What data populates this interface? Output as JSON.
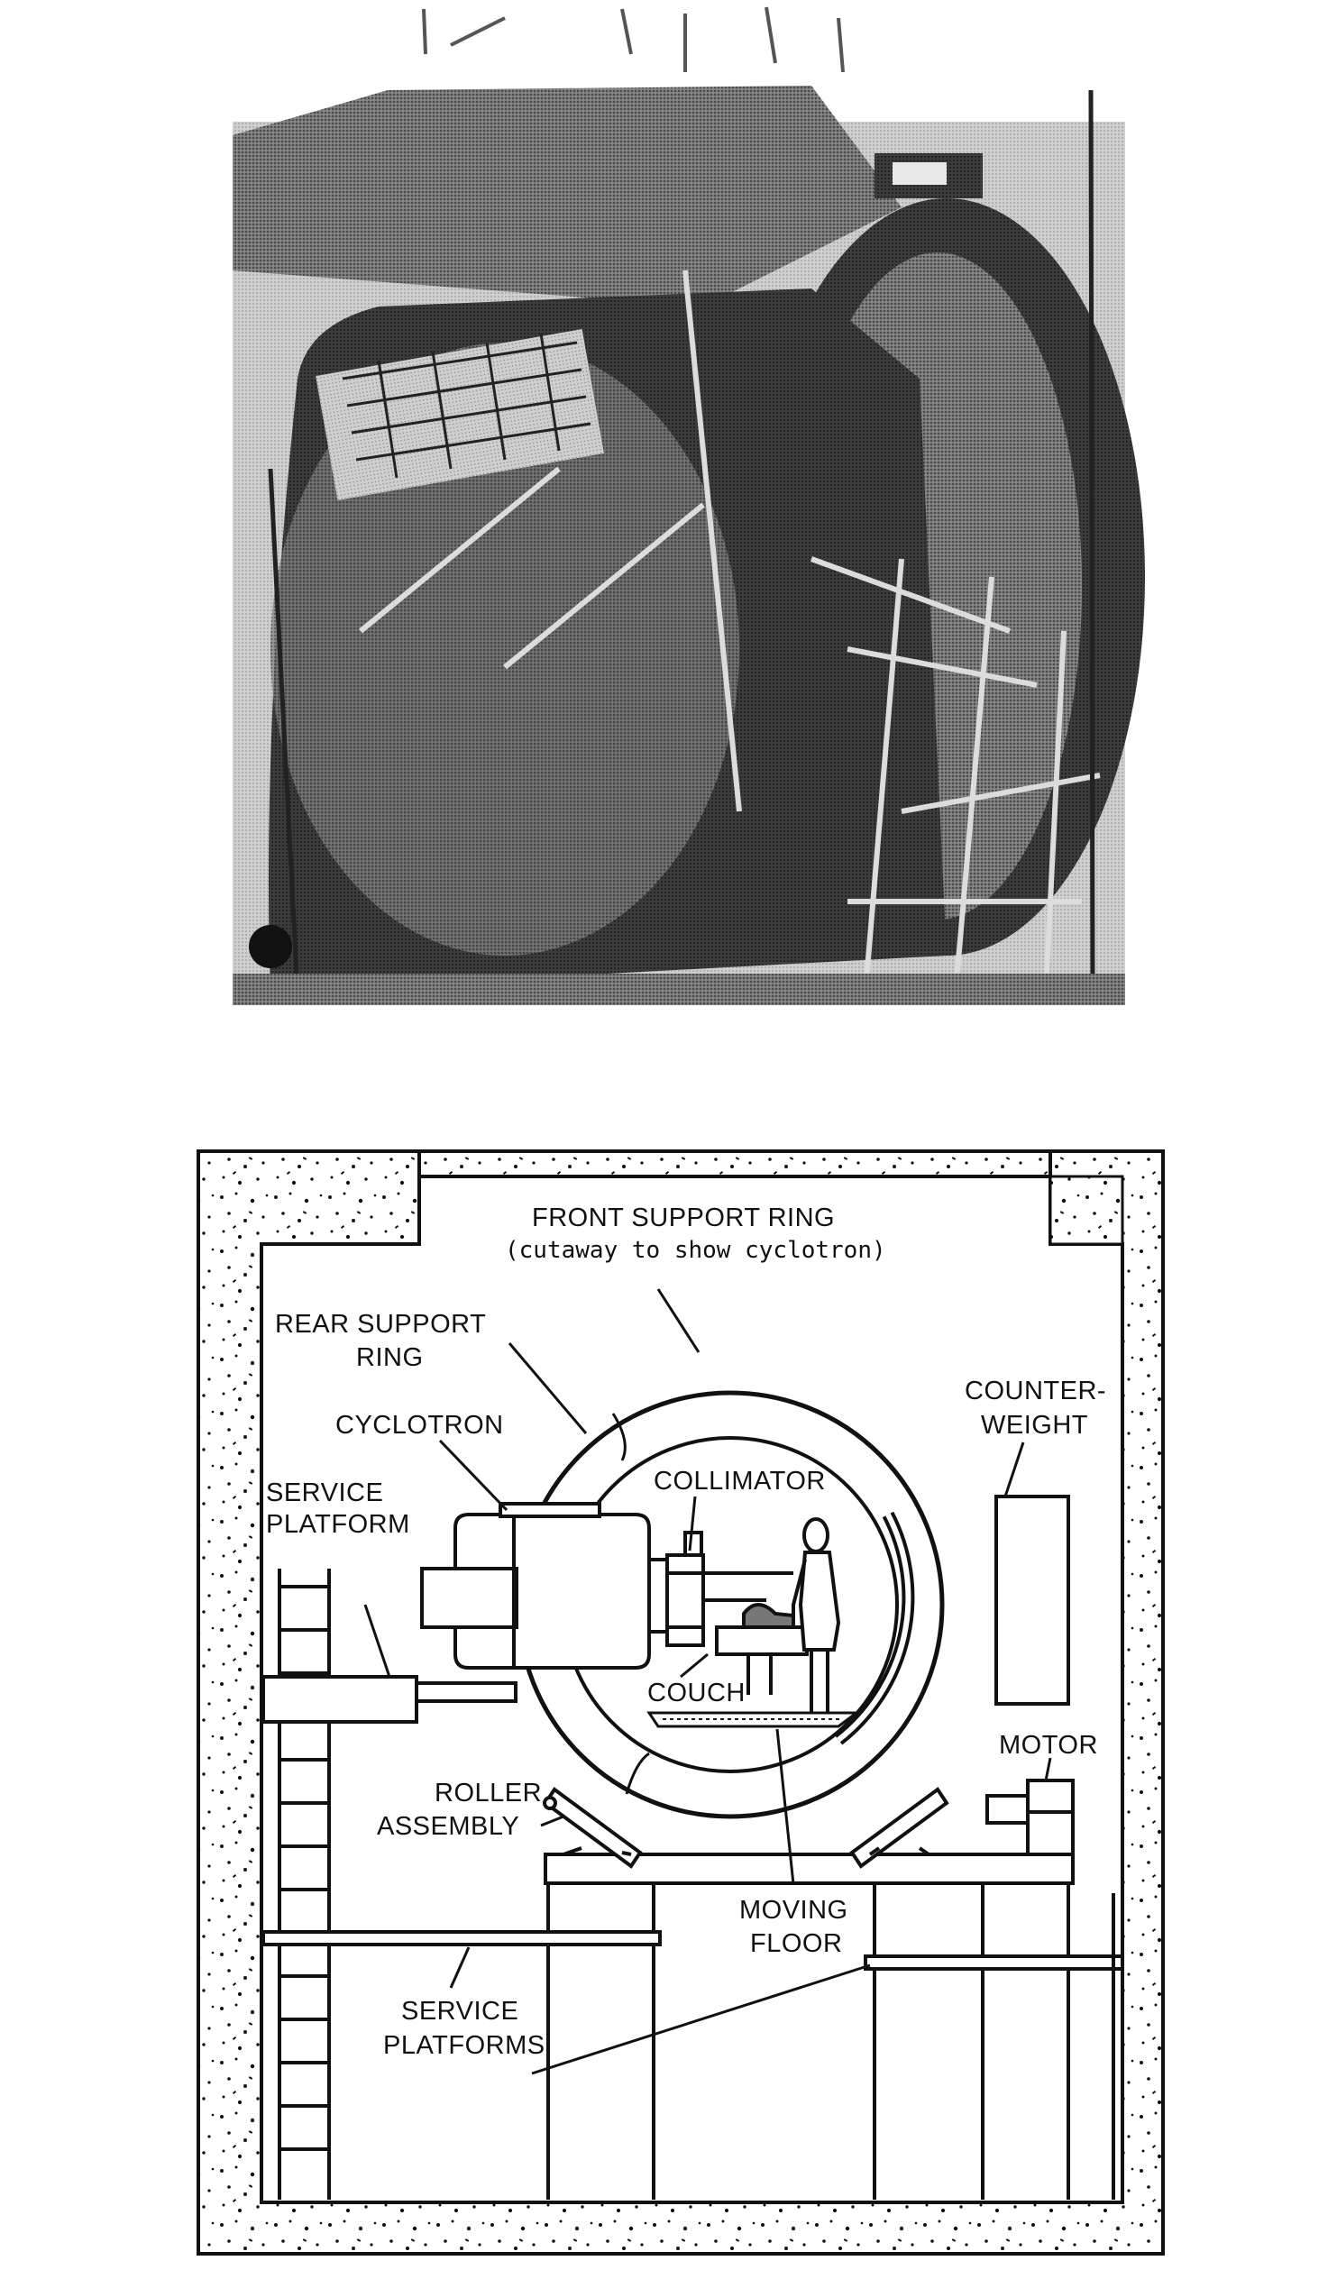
{
  "figure": {
    "photo": {
      "description_icon": "cyclotron-gantry-photo"
    },
    "diagram": {
      "labels": {
        "front_support_ring": "FRONT SUPPORT RING",
        "front_support_ring_note": "(cutaway to show cyclotron)",
        "rear_support_ring_1": "REAR SUPPORT",
        "rear_support_ring_2": "RING",
        "counterweight_1": "COUNTER-",
        "counterweight_2": "WEIGHT",
        "cyclotron": "CYCLOTRON",
        "collimator": "COLLIMATOR",
        "service_platform_1": "SERVICE",
        "service_platform_2": "PLATFORM",
        "couch": "COUCH",
        "motor": "MOTOR",
        "roller_assembly_1": "ROLLER",
        "roller_assembly_2": "ASSEMBLY",
        "moving_floor_1": "MOVING",
        "moving_floor_2": "FLOOR",
        "service_platforms_1": "SERVICE",
        "service_platforms_2": "PLATFORMS"
      }
    }
  }
}
